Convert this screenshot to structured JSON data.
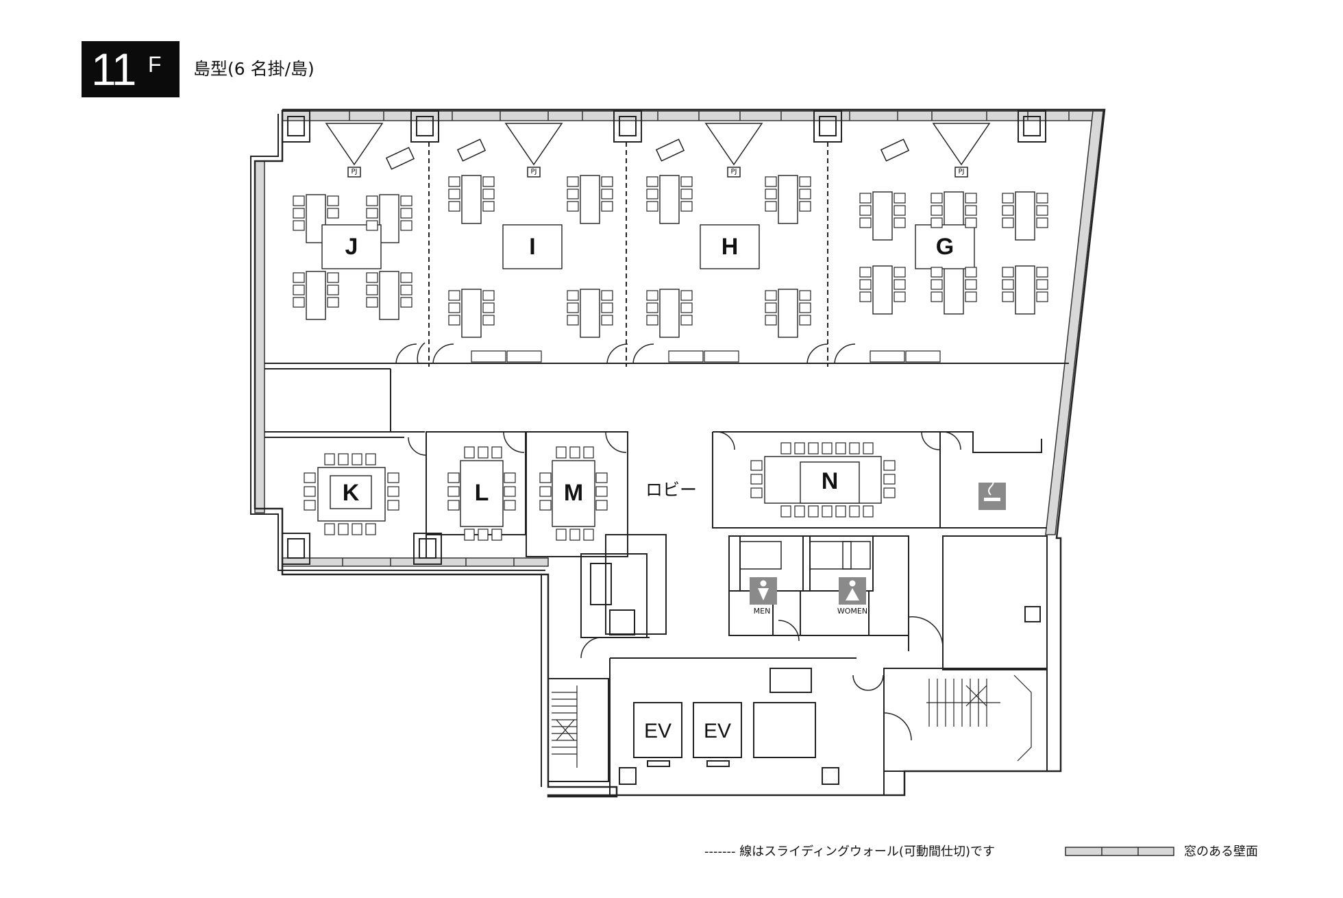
{
  "header": {
    "floor_number": "11",
    "floor_suffix": "F",
    "layout_caption": "島型(6 名掛/島)"
  },
  "rooms": {
    "J": "J",
    "I": "I",
    "H": "H",
    "G": "G",
    "K": "K",
    "L": "L",
    "M": "M",
    "N": "N"
  },
  "areas": {
    "lobby": "ロビー",
    "ev1": "EV",
    "ev2": "EV",
    "men": "MEN",
    "women": "WOMEN",
    "pj": "PJ"
  },
  "icons": {
    "smoking": "smoking-area-icon",
    "men": "men-restroom-icon",
    "women": "women-restroom-icon"
  },
  "legend": {
    "sliding_wall": "-------  線はスライディングウォール(可動間仕切)です",
    "window_wall": "窓のある壁面"
  },
  "colors": {
    "wall": "#222222",
    "window_fill": "#d8d8d8",
    "sign_grey": "#8a8a8a",
    "badge": "#0b0b0b"
  }
}
